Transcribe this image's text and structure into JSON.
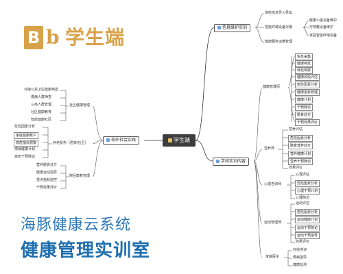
{
  "logo": {
    "letter": "B",
    "letter2": "b",
    "text": "学生端"
  },
  "titles": {
    "line1": "海豚健康云系统",
    "line2": "健康管理实训室"
  },
  "mindmap": {
    "center": "学生端",
    "info_maintenance": {
      "label": "信息维护实训",
      "children": [
        "体检信息导入导出",
        "智能终端设备对接",
        "健康服务运维管理"
      ],
      "device_children": [
        "健康小屋设备维护",
        "可穿戴设备维护",
        "家庭智能终端设备"
      ]
    },
    "school_practice": {
      "label": "学校实训内容",
      "health_management": {
        "label": "健康管理师",
        "items": [
          "信息采集",
          "健康档案",
          "体检档案",
          "健康风险评估",
          "危险因素分析",
          "健康指标管理",
          "健康计划",
          "干预随访",
          "膳食处方",
          "干预效果评价"
        ]
      },
      "nutritionist": {
        "label": "营养师",
        "items": [
          "营养评估",
          "危险因素分析",
          "膳食营养处方",
          "营养健康计划",
          "营养干预随访",
          "效果评价"
        ]
      },
      "counselor": {
        "label": "心理咨询师",
        "items": [
          "心理评估",
          "危险因素分析",
          "心理干预计划",
          "心理随访"
        ]
      },
      "sports": {
        "label": "运动管理师",
        "items": [
          "运动评估",
          "危险因素分析",
          "运动健康计划",
          "运动干预随访",
          "运动干预指导",
          "效果评价"
        ]
      },
      "doctor": {
        "label": "家庭医生",
        "items": [
          "在线咨询",
          "慢病指导",
          "健康监测"
        ]
      }
    },
    "external": {
      "label": "校外社会实践",
      "community": {
        "label": "社区健康管理",
        "items": [
          "对接公共卫生健康档案",
          "慢病人群筛查",
          "三高人群管理",
          "社区健康教育",
          "智能健康社区"
        ]
      },
      "elderly": {
        "label": "养老机构（居家/社区）",
        "items": [
          "危险因素分析",
          "家庭健康账户",
          "高危指标预警",
          "慢病健康计划",
          "高危干预随访"
        ]
      },
      "hospital": {
        "label": "院后康复管理",
        "items": [
          "营养膳食处方",
          "健康运动指导",
          "重点指标监控",
          "干预效果评价"
        ]
      }
    }
  }
}
